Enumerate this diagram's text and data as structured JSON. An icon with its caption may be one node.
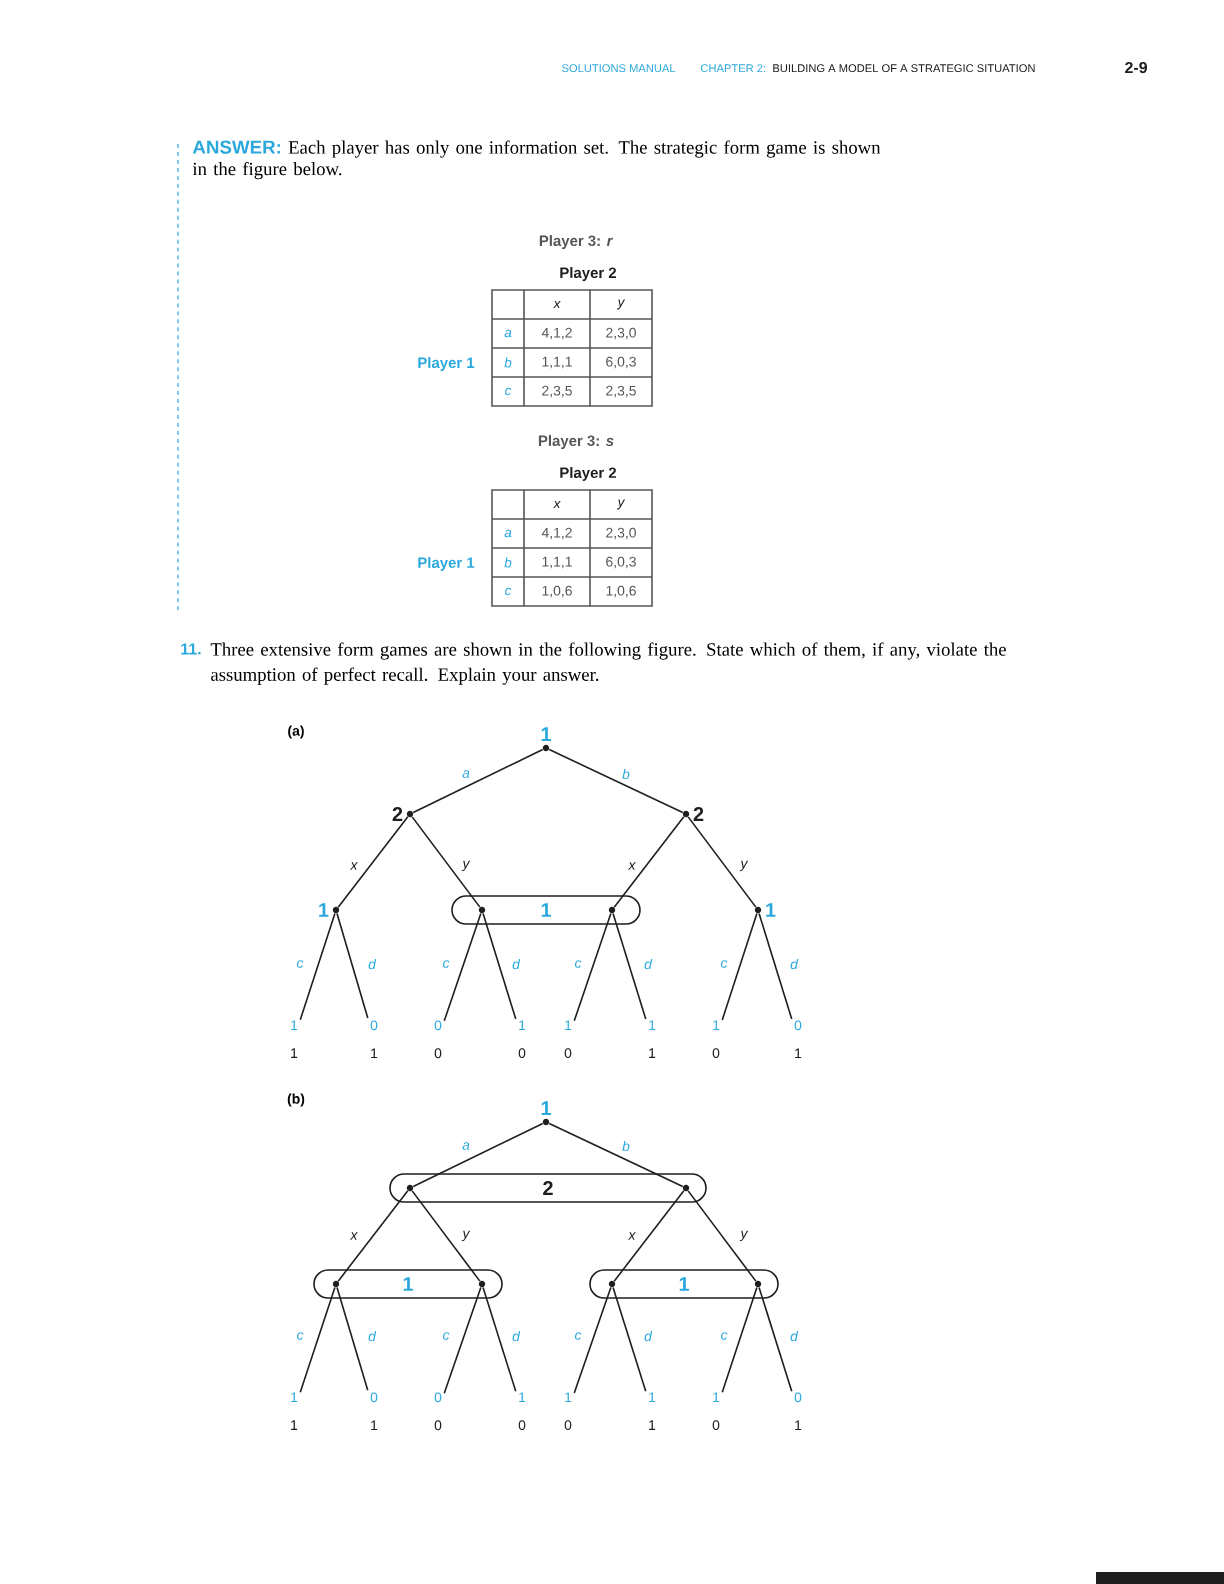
{
  "diagram": {
    "nodes": [
      {
        "text": [
          "1"
        ]
      },
      {
        "text": [
          "2"
        ]
      },
      {
        "text": [
          "2"
        ]
      },
      {
        "text": [
          "1"
        ]
      },
      {
        "text": [
          "1"
        ]
      },
      {
        "text": [],
        "shape": "circle",
        "in": 4
      },
      {
        "text": [],
        "shape": "circle",
        "in": 4
      },
      {
        "text": [
          "1"
        ]
      },
      {
        "text": [
          "1",
          "1"
        ]
      },
      {
        "text": [
          "0",
          "1"
        ]
      },
      {
        "text": [
          "0",
          "0"
        ]
      },
      {
        "text": [
          "1",
          "0"
        ]
      },
      {
        "text": [
          "1",
          "0"
        ]
      },
      {
        "text": [
          "1",
          "1"
        ]
      },
      {
        "text": [
          "1",
          "0"
        ]
      },
      {
        "text": [
          "0",
          "1"
        ]
      },
      {
        "text": [
          "1"
        ]
      },
      {
        "text": [
          "2"
        ]
      },
      {
        "text": [],
        "shape": "circle",
        "in": 17
      },
      {
        "text": [],
        "shape": "circle",
        "in": 17
      },
      {
        "text": [
          "1"
        ]
      },
      {
        "text": [],
        "shape": "circle",
        "in": 20
      },
      {
        "text": [],
        "shape": "circle",
        "in": 20
      },
      {
        "text": [
          "1"
        ]
      },
      {
        "text": [],
        "shape": "circle",
        "in": 23
      },
      {
        "text": [],
        "shape": "circle",
        "in": 23
      },
      {
        "text": [
          "1",
          "1"
        ]
      },
      {
        "text": [
          "0",
          "1"
        ]
      },
      {
        "text": [
          "0",
          "0"
        ]
      },
      {
        "text": [
          "1",
          "0"
        ]
      },
      {
        "text": [
          "1",
          "0"
        ]
      },
      {
        "text": [
          "1",
          "1"
        ]
      },
      {
        "text": [
          "1",
          "0"
        ]
      },
      {
        "text": [
          "0",
          "1"
        ]
      }
    ],
    "edges": [
      {
        "from": 0,
        "to": 1,
        "arrow": "none",
        "label": "a"
      },
      {
        "from": 0,
        "to": 2,
        "arrow": "none",
        "label": "b"
      },
      {
        "from": 1,
        "to": 3,
        "arrow": "none",
        "label": "x"
      },
      {
        "from": 1,
        "to": 5,
        "arrow": "none",
        "label": "y"
      },
      {
        "from": 2,
        "to": 6,
        "arrow": "none",
        "label": "x"
      },
      {
        "from": 2,
        "to": 7,
        "arrow": "none",
        "label": "y"
      },
      {
        "from": 3,
        "to": 8,
        "arrow": "none",
        "label": "c"
      },
      {
        "from": 3,
        "to": 9,
        "arrow": "none",
        "label": "d"
      },
      {
        "from": 5,
        "to": 10,
        "arrow": "none",
        "label": "c"
      },
      {
        "from": 5,
        "to": 11,
        "arrow": "none",
        "label": "d"
      },
      {
        "from": 6,
        "to": 12,
        "arrow": "none",
        "label": "c"
      },
      {
        "from": 6,
        "to": 13,
        "arrow": "none",
        "label": "d"
      },
      {
        "from": 7,
        "to": 14,
        "arrow": "none",
        "label": "c"
      },
      {
        "from": 7,
        "to": 15,
        "arrow": "none",
        "label": "d"
      },
      {
        "from": 16,
        "to": 18,
        "arrow": "none",
        "label": "a"
      },
      {
        "from": 16,
        "to": 19,
        "arrow": "none",
        "label": "b"
      },
      {
        "from": 18,
        "to": 21,
        "arrow": "none",
        "label": "x"
      },
      {
        "from": 18,
        "to": 22,
        "arrow": "none",
        "label": "y"
      },
      {
        "from": 19,
        "to": 24,
        "arrow": "none",
        "label": "x"
      },
      {
        "from": 19,
        "to": 25,
        "arrow": "none",
        "label": "y"
      },
      {
        "from": 21,
        "to": 26,
        "arrow": "none",
        "label": "c"
      },
      {
        "from": 21,
        "to": 27,
        "arrow": "none",
        "label": "d"
      },
      {
        "from": 22,
        "to": 28,
        "arrow": "none",
        "label": "c"
      },
      {
        "from": 22,
        "to": 29,
        "arrow": "none",
        "label": "d"
      },
      {
        "from": 24,
        "to": 30,
        "arrow": "none",
        "label": "c"
      },
      {
        "from": 24,
        "to": 31,
        "arrow": "none",
        "label": "d"
      },
      {
        "from": 25,
        "to": 32,
        "arrow": "none",
        "label": "c"
      },
      {
        "from": 25,
        "to": 33,
        "arrow": "none",
        "label": "d"
      }
    ],
    "labels": [
      "SOLUTIONS MANUAL",
      "CHAPTER 2:",
      "BUILDING A MODEL OF A STRATEGIC SITUATION",
      "2-9",
      "ANSWER:",
      "Each player has only one information set. The strategic form game is shown in the figure below.",
      "Player 3: *r*",
      "Player 2",
      "Player 1",
      "x",
      "y",
      "a",
      "4,1,2",
      "2,3,0",
      "b",
      "1,1,1",
      "6,0,3",
      "c",
      "2,3,5",
      "2,3,5",
      "Player 3: *s*",
      "Player 2",
      "Player 1",
      "x",
      "y",
      "a",
      "4,1,2",
      "2,3,0",
      "b",
      "1,1,1",
      "6,0,3",
      "c",
      "1,0,6",
      "1,0,6",
      "11.",
      "Three extensive form games are shown in the following figure. State which of them, if any, violate the assumption of perfect recall. Explain your answer.",
      "(a)",
      "(b)"
    ]
  }
}
